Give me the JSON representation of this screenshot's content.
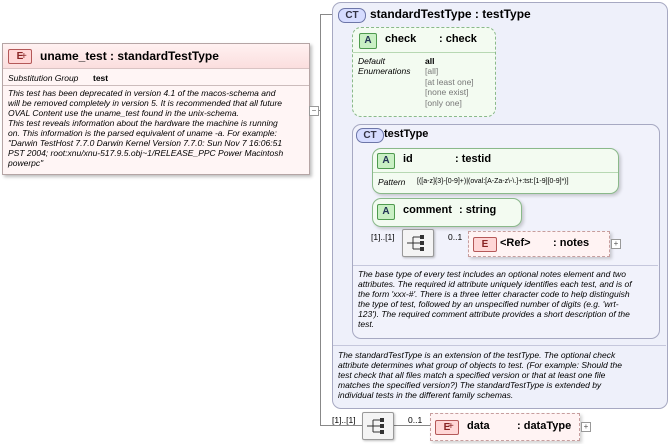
{
  "element": {
    "badge": "E",
    "title": "uname_test : standardTestType",
    "subst_label": "Substitution Group",
    "subst_value": "test",
    "doc_lines": [
      "This test has been deprecated in version 4.1 of the macos-schema and",
      "will be removed completely in version 5.  It is recommended that all future",
      "OVAL Content use the uname_test found in the unix-schema.",
      "This test reveals information about the hardware the machine is running",
      "on.  This information is the parsed equivalent of uname -a.  For example:",
      "\"Darwin TestHost 7.7.0 Darwin Kernel Version 7.7.0: Sun Nov  7 16:06:51",
      "PST 2004; root:xnu/xnu-517.9.5.obj~1/RELEASE_PPC  Power Macintosh",
      "powerpc\""
    ]
  },
  "complex_type": {
    "badge": "CT",
    "title": "standardTestType : testType",
    "doc_lines": [
      "The standardTestType is an extension of the testType.  The optional check",
      "attribute determines what group of objects to test.  (For example: Should the",
      "test check that all files match a specified version or that at least one file",
      "matches the specified version?)  The standardTestType is extended by",
      "individual tests in the different family schemas."
    ]
  },
  "check_attr": {
    "badge": "A",
    "name": "check",
    "type": ": check",
    "default_label": "Default",
    "default_value": "all",
    "enum_label": "Enumerations",
    "enum_values": [
      "[all]",
      "[at least one]",
      "[none exist]",
      "[only one]"
    ]
  },
  "test_type": {
    "badge": "CT",
    "title": "testType",
    "doc_lines": [
      "The base type of every test includes an optional notes element and two",
      "attributes.  The required id attribute uniquely identifies each test, and is of",
      "the form 'xxx-#'.  There is a three letter character code to help distinguish",
      "the type of test, followed by an unspecified number of digits (e.g. 'wrt-",
      "123').  The required comment attribute provides a short description of the",
      "test."
    ]
  },
  "id_attr": {
    "badge": "A",
    "name": "id",
    "type": ": testid",
    "pattern_label": "Pattern",
    "pattern_value": "[([a-z]{3}-[0-9]+)|(oval:[A-Za-z\\-\\.]+:tst:[1-9][0-9]*)]"
  },
  "comment_attr": {
    "badge": "A",
    "name": "comment",
    "type": ": string"
  },
  "inner_seq": {
    "mult": "[1]..[1]",
    "ref_mult": "0..1",
    "ref_badge": "E",
    "ref_name": "<Ref>",
    "ref_type": ": notes"
  },
  "outer_seq": {
    "mult": "[1]..[1]",
    "data_mult": "0..1",
    "data_badge": "E",
    "data_name": "data",
    "data_type": ": dataType"
  },
  "colors": {
    "element_bg": "#fff5f5",
    "attribute_bg": "#f3fbf1",
    "complex_bg": "#eef0fa"
  }
}
